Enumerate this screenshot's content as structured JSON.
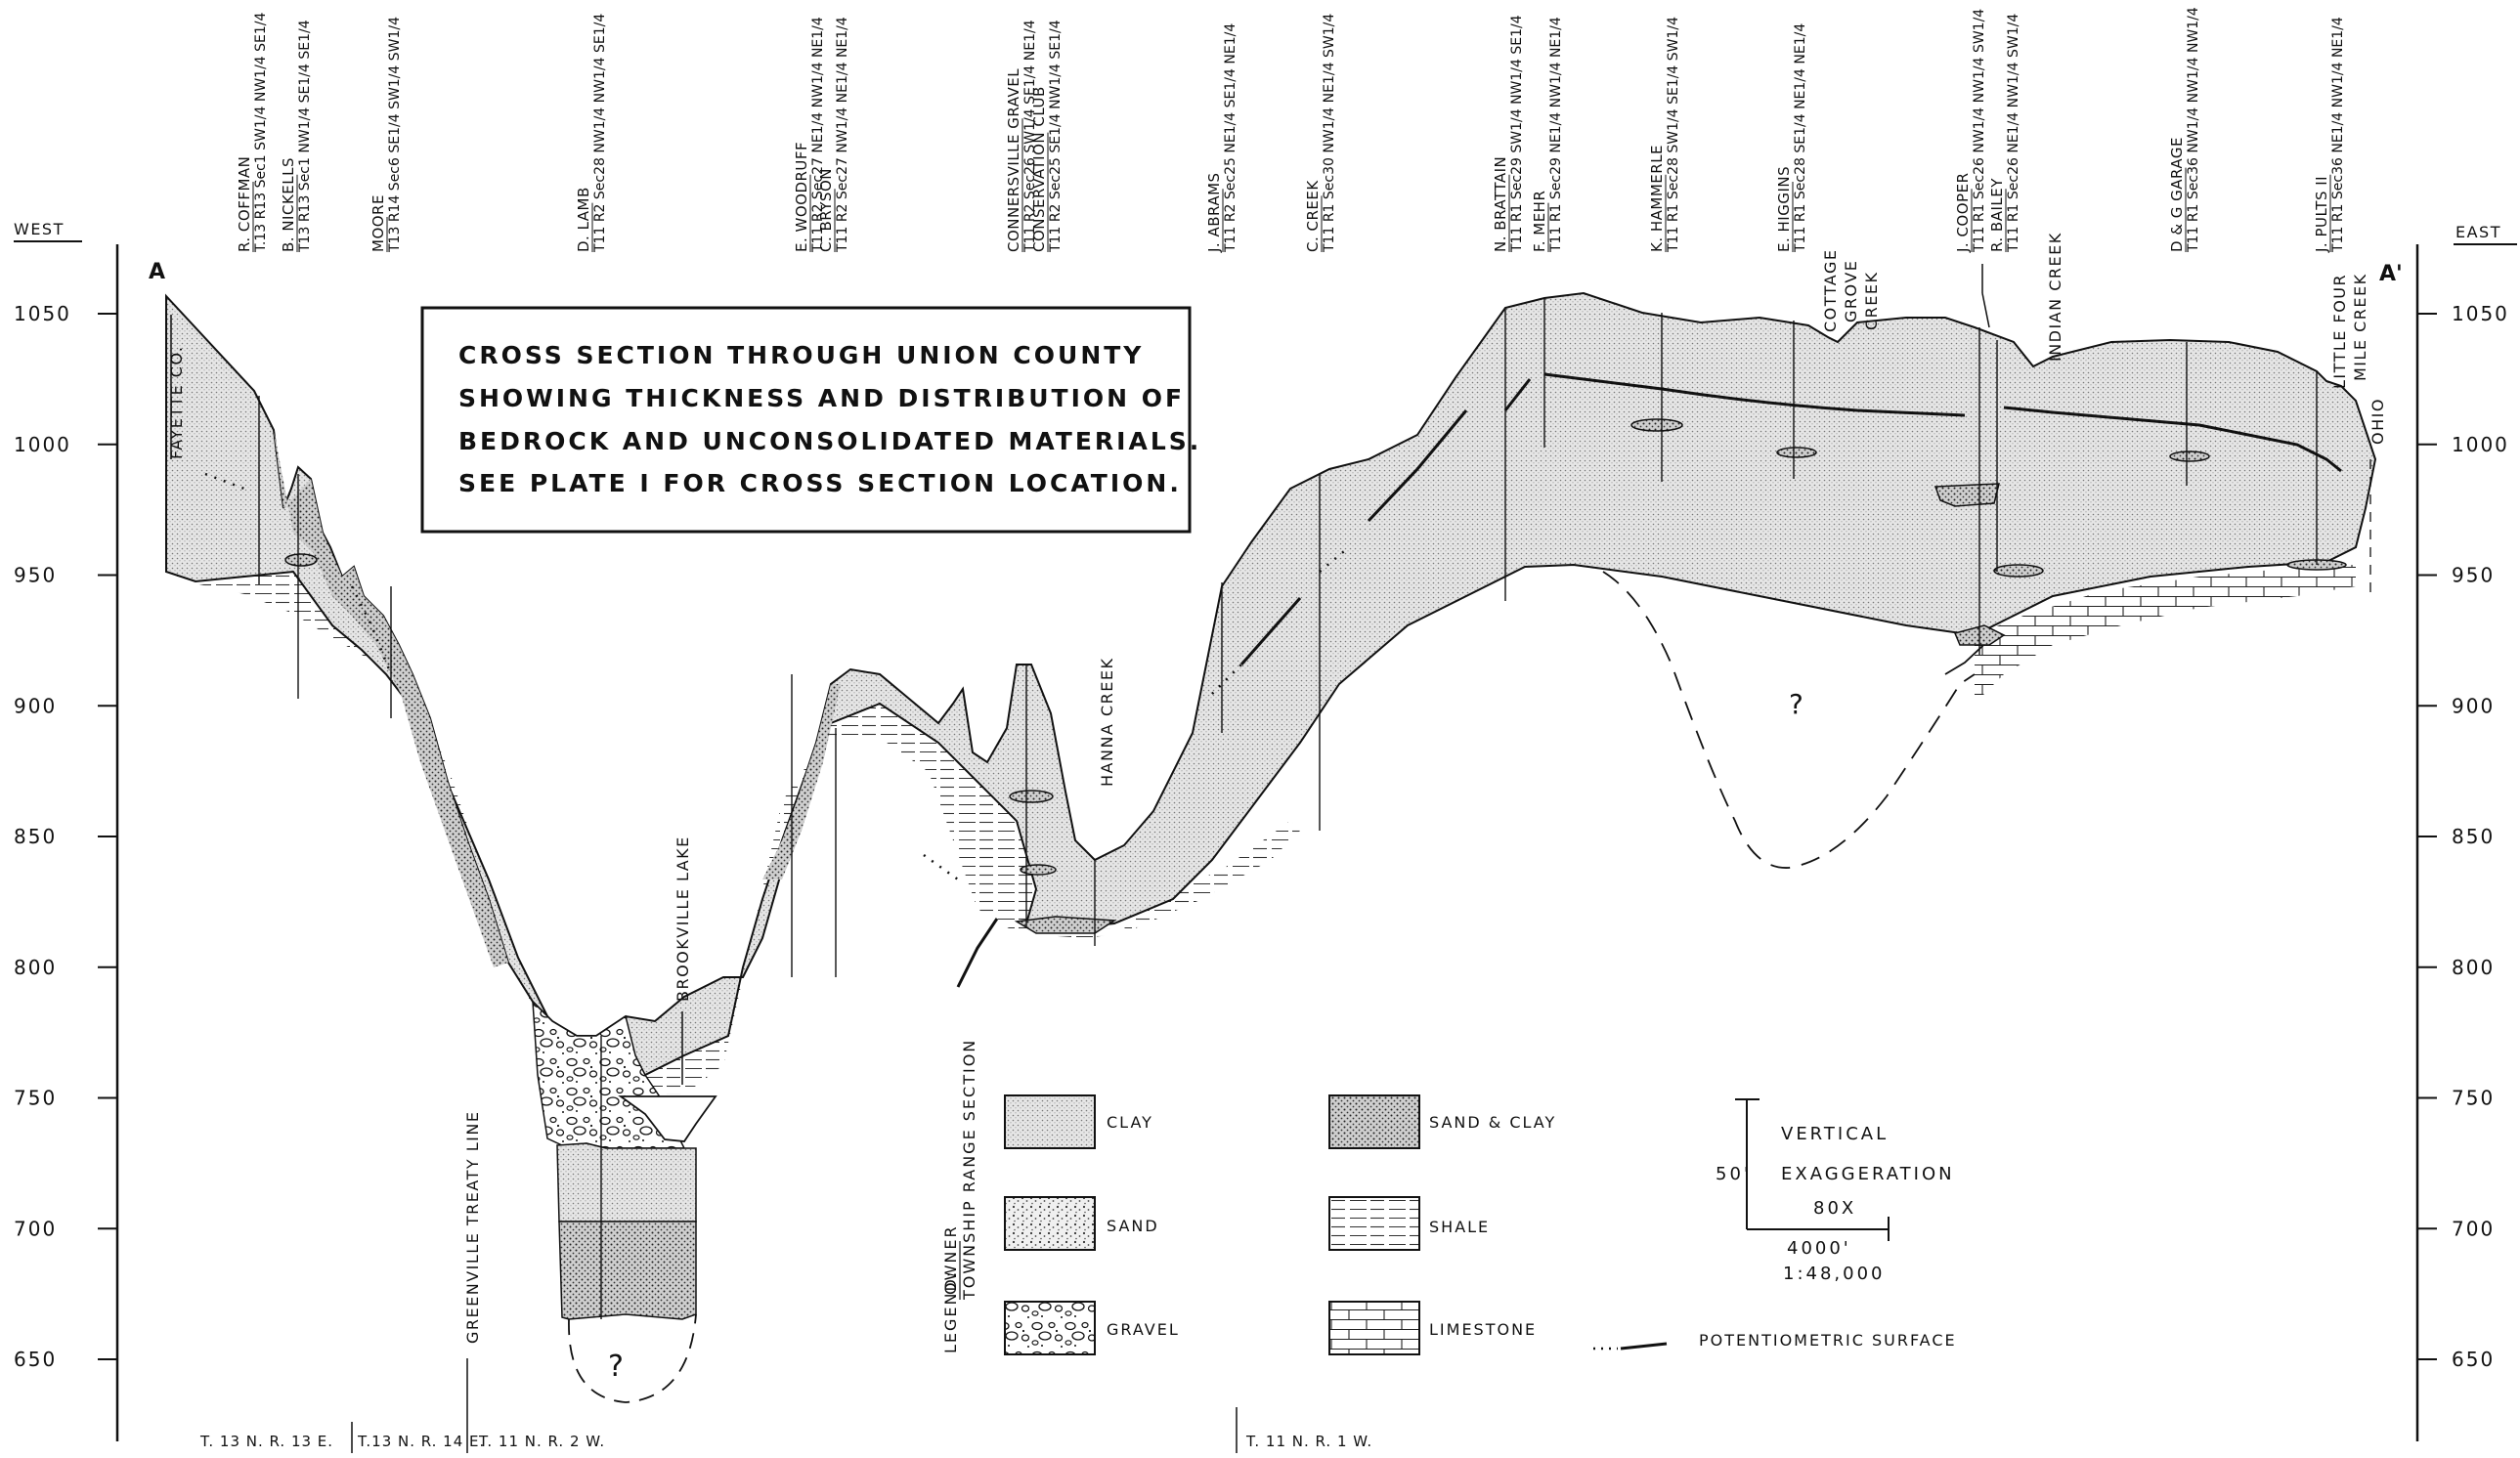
{
  "header": {
    "west": "WEST",
    "east": "EAST",
    "a": "A",
    "a_prime": "A'"
  },
  "elevations": [
    "1050",
    "1000",
    "950",
    "900",
    "850",
    "800",
    "750",
    "700",
    "650"
  ],
  "title_box": {
    "lines": [
      "CROSS SECTION THROUGH UNION COUNTY",
      "SHOWING THICKNESS AND DISTRIBUTION OF",
      "BEDROCK AND UNCONSOLIDATED MATERIALS.",
      "SEE PLATE I FOR CROSS SECTION LOCATION."
    ]
  },
  "wells": [
    {
      "owner": "R. COFFMAN",
      "location": "T.13 R13 Sec1 SW1/4 NW1/4 SE1/4"
    },
    {
      "owner": "B. NICKELLS",
      "location": "T13 R13 Sec1 NW1/4 SE1/4 SE1/4"
    },
    {
      "owner": "MOORE",
      "location": "T13 R14 Sec6 SE1/4 SW1/4 SW1/4"
    },
    {
      "owner": "D. LAMB",
      "location": "T11 R2 Sec28 NW1/4 NW1/4 SE1/4"
    },
    {
      "owner": "E. WOODRUFF",
      "location": "T11 R2 Sec27 NE1/4 NW1/4 NE1/4"
    },
    {
      "owner": "C. BRYSON",
      "location": "T11 R2 Sec27 NW1/4 NE1/4 NE1/4"
    },
    {
      "owner": "CONNERSVILLE GRAVEL",
      "location": "T11 R2 Sec26 SW1/4 SE1/4 NE1/4"
    },
    {
      "owner": "CONSERVATION CLUB",
      "location": "T11 R2 Sec25 SE1/4 NW1/4 SE1/4"
    },
    {
      "owner": "J. ABRAMS",
      "location": "T11 R2 Sec25 NE1/4 SE1/4 NE1/4"
    },
    {
      "owner": "C. CREEK",
      "location": "T11 R1 Sec30 NW1/4 NE1/4 SW1/4"
    },
    {
      "owner": "N. BRATTAIN",
      "location": "T11 R1 Sec29 SW1/4 NW1/4 SE1/4"
    },
    {
      "owner": "F. MEHR",
      "location": "T11 R1 Sec29 NE1/4 NW1/4 NE1/4"
    },
    {
      "owner": "K. HAMMERLE",
      "location": "T11 R1 Sec28 SW1/4 SE1/4 SW1/4"
    },
    {
      "owner": "E. HIGGINS",
      "location": "T11 R1 Sec28 SE1/4 NE1/4 NE1/4"
    },
    {
      "owner": "J. COOPER",
      "location": "T11 R1 Sec26 NW1/4 NW1/4 SW1/4"
    },
    {
      "owner": "R. BAILEY",
      "location": "T11 R1 Sec26 NE1/4 NW1/4 SW1/4"
    },
    {
      "owner": "D & G GARAGE",
      "location": "T11 R1 Sec36 NW1/4 NW1/4 NW1/4"
    },
    {
      "owner": "J. PULTS II",
      "location": "T11 R1 Sec36 NE1/4 NW1/4 NE1/4"
    }
  ],
  "features": {
    "fayette": "FAYETTE CO.",
    "brookville": "BROOKVILLE LAKE",
    "greenville": "GREENVILLE TREATY LINE",
    "hanna": "HANNA CREEK",
    "cottage_1": "COTTAGE",
    "cottage_2": "GROVE",
    "cottage_3": "CREEK",
    "indian": "INDIAN CREEK",
    "little_1": "LITTLE FOUR",
    "little_2": "MILE CREEK",
    "ohio": "OHIO",
    "question": "?"
  },
  "legend": {
    "heading": "LEGEND:",
    "heading_top": "OWNER",
    "heading_bottom": "TOWNSHIP RANGE SECTION",
    "items": [
      {
        "label": "CLAY",
        "pattern": "clay"
      },
      {
        "label": "SAND",
        "pattern": "sand"
      },
      {
        "label": "GRAVEL",
        "pattern": "gravel"
      },
      {
        "label": "SAND & CLAY",
        "pattern": "sandclay"
      },
      {
        "label": "SHALE",
        "pattern": "shale"
      },
      {
        "label": "LIMESTONE",
        "pattern": "limestone"
      }
    ],
    "potentiometric": "POTENTIOMETRIC SURFACE"
  },
  "scale": {
    "vertical": "VERTICAL",
    "exaggeration": "EXAGGERATION",
    "factor": "80X",
    "vertical_unit": "50'",
    "horizontal_unit": "4000'",
    "ratio": "1:48,000"
  },
  "townships": {
    "t13r13": "T. 13 N.    R. 13 E.",
    "t13r14": "T.13 N.  R. 14 E.",
    "t11r2": "T. 11 N.  R. 2 W.",
    "t11r1": "T. 11 N.  R. 1 W."
  }
}
